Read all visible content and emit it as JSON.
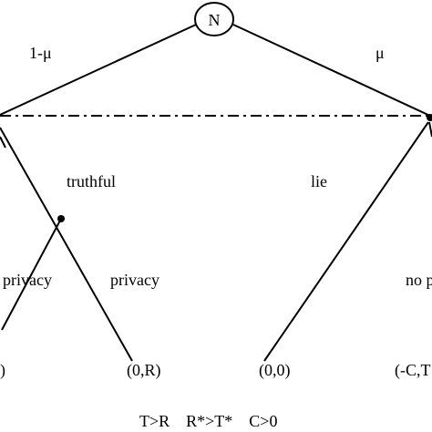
{
  "root": {
    "label": "N"
  },
  "probabilities": {
    "left": "1-μ",
    "right": "μ"
  },
  "actions": {
    "truthful": "truthful",
    "lie": "lie",
    "privacy_left": "privacy",
    "privacy_right": "privacy",
    "no_privacy_partial": "no p"
  },
  "payoffs": {
    "p1_partial": ")",
    "p2": "(0,R)",
    "p3": "(0,0)",
    "p4_partial": "(-C,T"
  },
  "conditions": {
    "line": "T>R    R*>T*    C>0"
  },
  "colors": {
    "ink": "#000000",
    "background": "#ffffff"
  }
}
